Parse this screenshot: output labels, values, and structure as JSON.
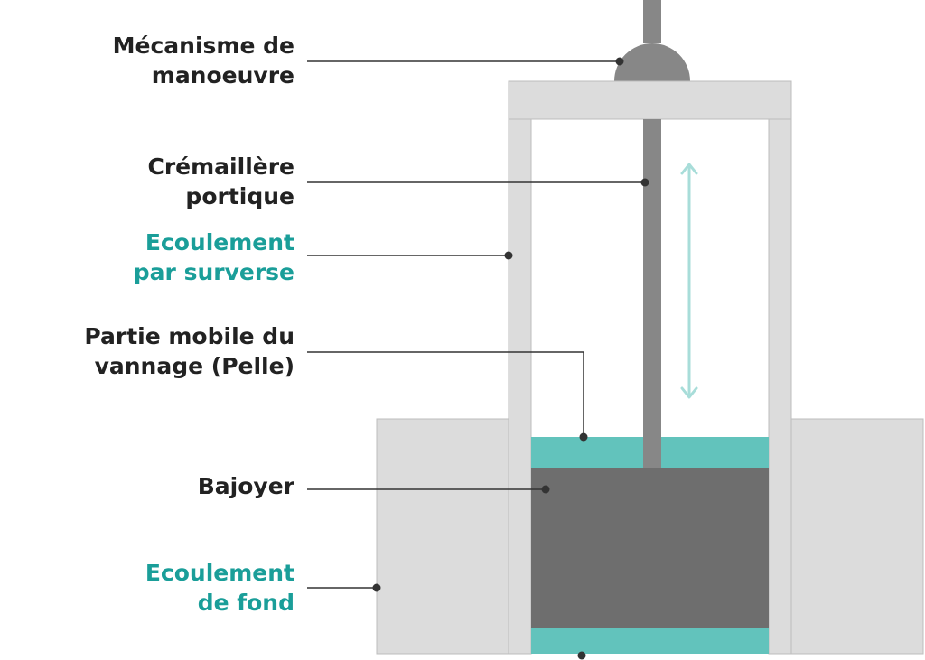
{
  "colors": {
    "dark_text": "#222222",
    "accent_text": "#1a9e99",
    "frame": "#dcdcdc",
    "frame_edge": "#bdbdbd",
    "rod": "#878787",
    "gate": "#6e6e6e",
    "water": "#62c3bc",
    "arrow": "#a8ddd9",
    "leader": "#333333"
  },
  "labels": [
    {
      "id": "mecanisme",
      "lines": [
        "Mécanisme de",
        "manoeuvre"
      ],
      "accent": false
    },
    {
      "id": "cremaillere",
      "lines": [
        "Crémaillère",
        "portique"
      ],
      "accent": false
    },
    {
      "id": "surverse",
      "lines": [
        "Ecoulement",
        "par surverse"
      ],
      "accent": true
    },
    {
      "id": "pelle",
      "lines": [
        "Partie mobile du",
        "vannage (Pelle)"
      ],
      "accent": false
    },
    {
      "id": "bajoyer",
      "lines": [
        "Bajoyer"
      ],
      "accent": false
    },
    {
      "id": "fond",
      "lines": [
        "Ecoulement",
        "de fond"
      ],
      "accent": true
    }
  ]
}
